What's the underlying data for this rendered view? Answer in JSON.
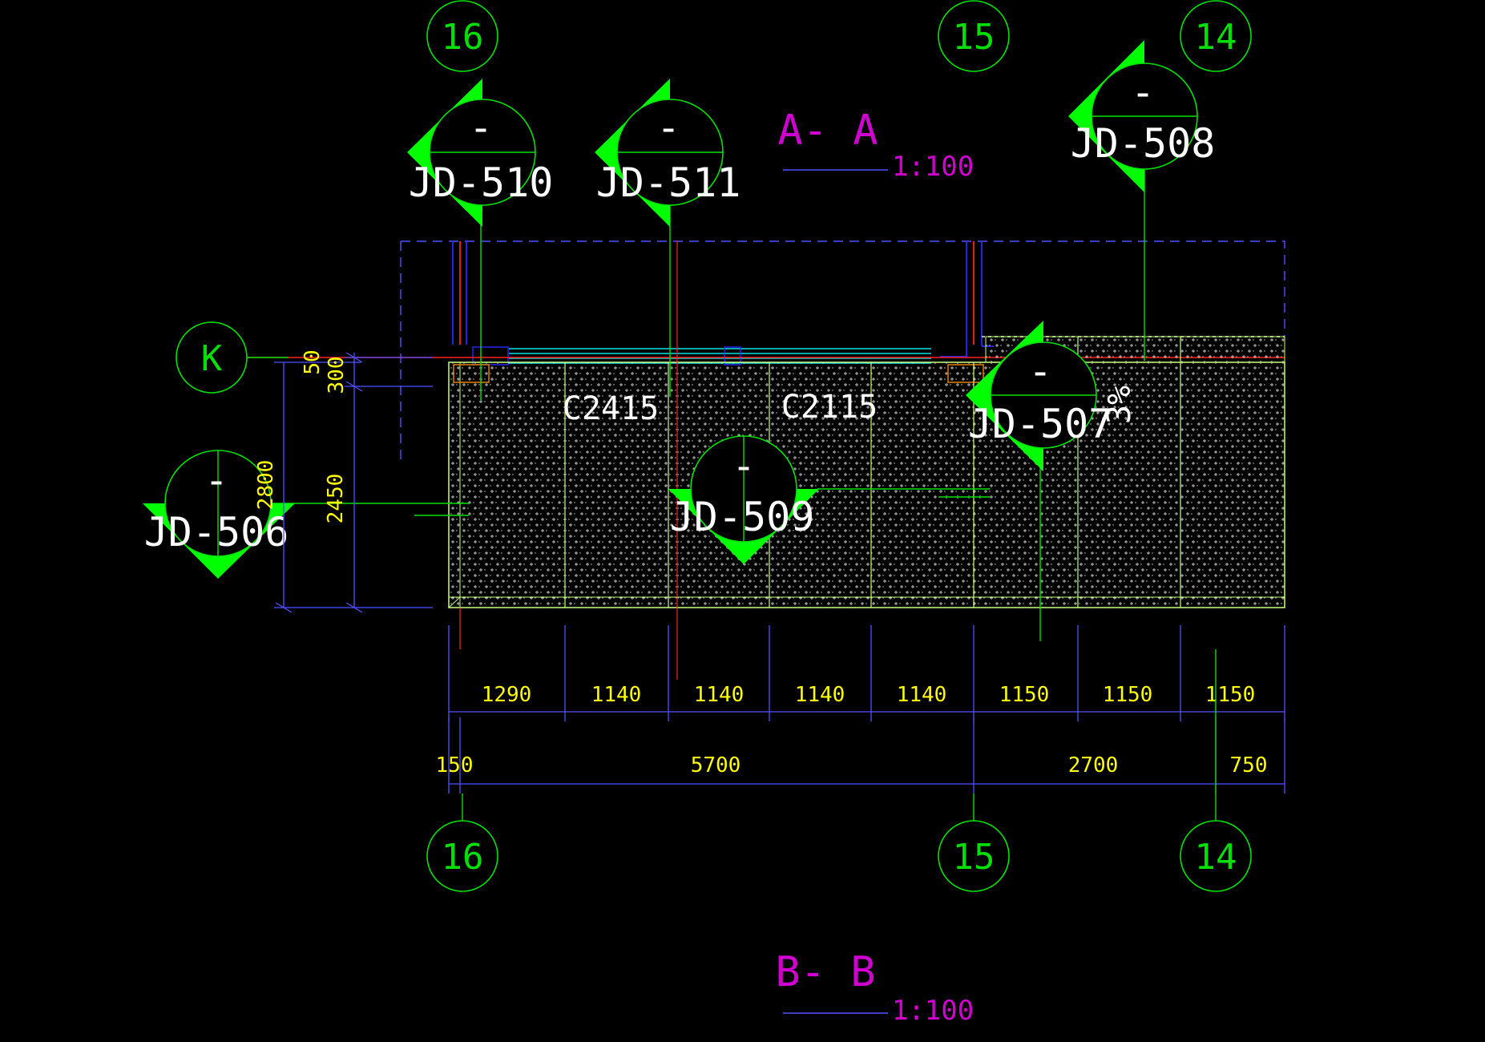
{
  "drawing": {
    "top_grid_labels": [
      "16",
      "15",
      "14"
    ],
    "bottom_grid_labels": [
      "16",
      "15",
      "14"
    ],
    "axis_label": "K",
    "section_aa": {
      "title": "A- A",
      "scale": "1:100"
    },
    "section_bb": {
      "title": "B- B",
      "scale": "1:100"
    },
    "windows": [
      "C2415",
      "C2115"
    ],
    "slope_note": "3%",
    "details": [
      {
        "mark": "-",
        "ref": "JD-510"
      },
      {
        "mark": "-",
        "ref": "JD-511"
      },
      {
        "mark": "-",
        "ref": "JD-508"
      },
      {
        "mark": "-",
        "ref": "JD-507"
      },
      {
        "mark": "-",
        "ref": "JD-509"
      },
      {
        "mark": "-",
        "ref": "JD-506"
      }
    ],
    "vertical_dims": [
      "50",
      "300",
      "2800",
      "2450"
    ],
    "panel_dims": [
      "1290",
      "1140",
      "1140",
      "1140",
      "1140",
      "1150",
      "1150",
      "1150"
    ],
    "overall_dims": [
      "150",
      "5700",
      "2700",
      "750"
    ],
    "colors": {
      "background": "#000000",
      "grid": "#00e000",
      "section_title": "#d000d0",
      "dimension_text": "#ffff00",
      "dimension_line": "#5050ff",
      "axis_line": "#ff2020",
      "symbol_fill": "#00ff00"
    }
  }
}
